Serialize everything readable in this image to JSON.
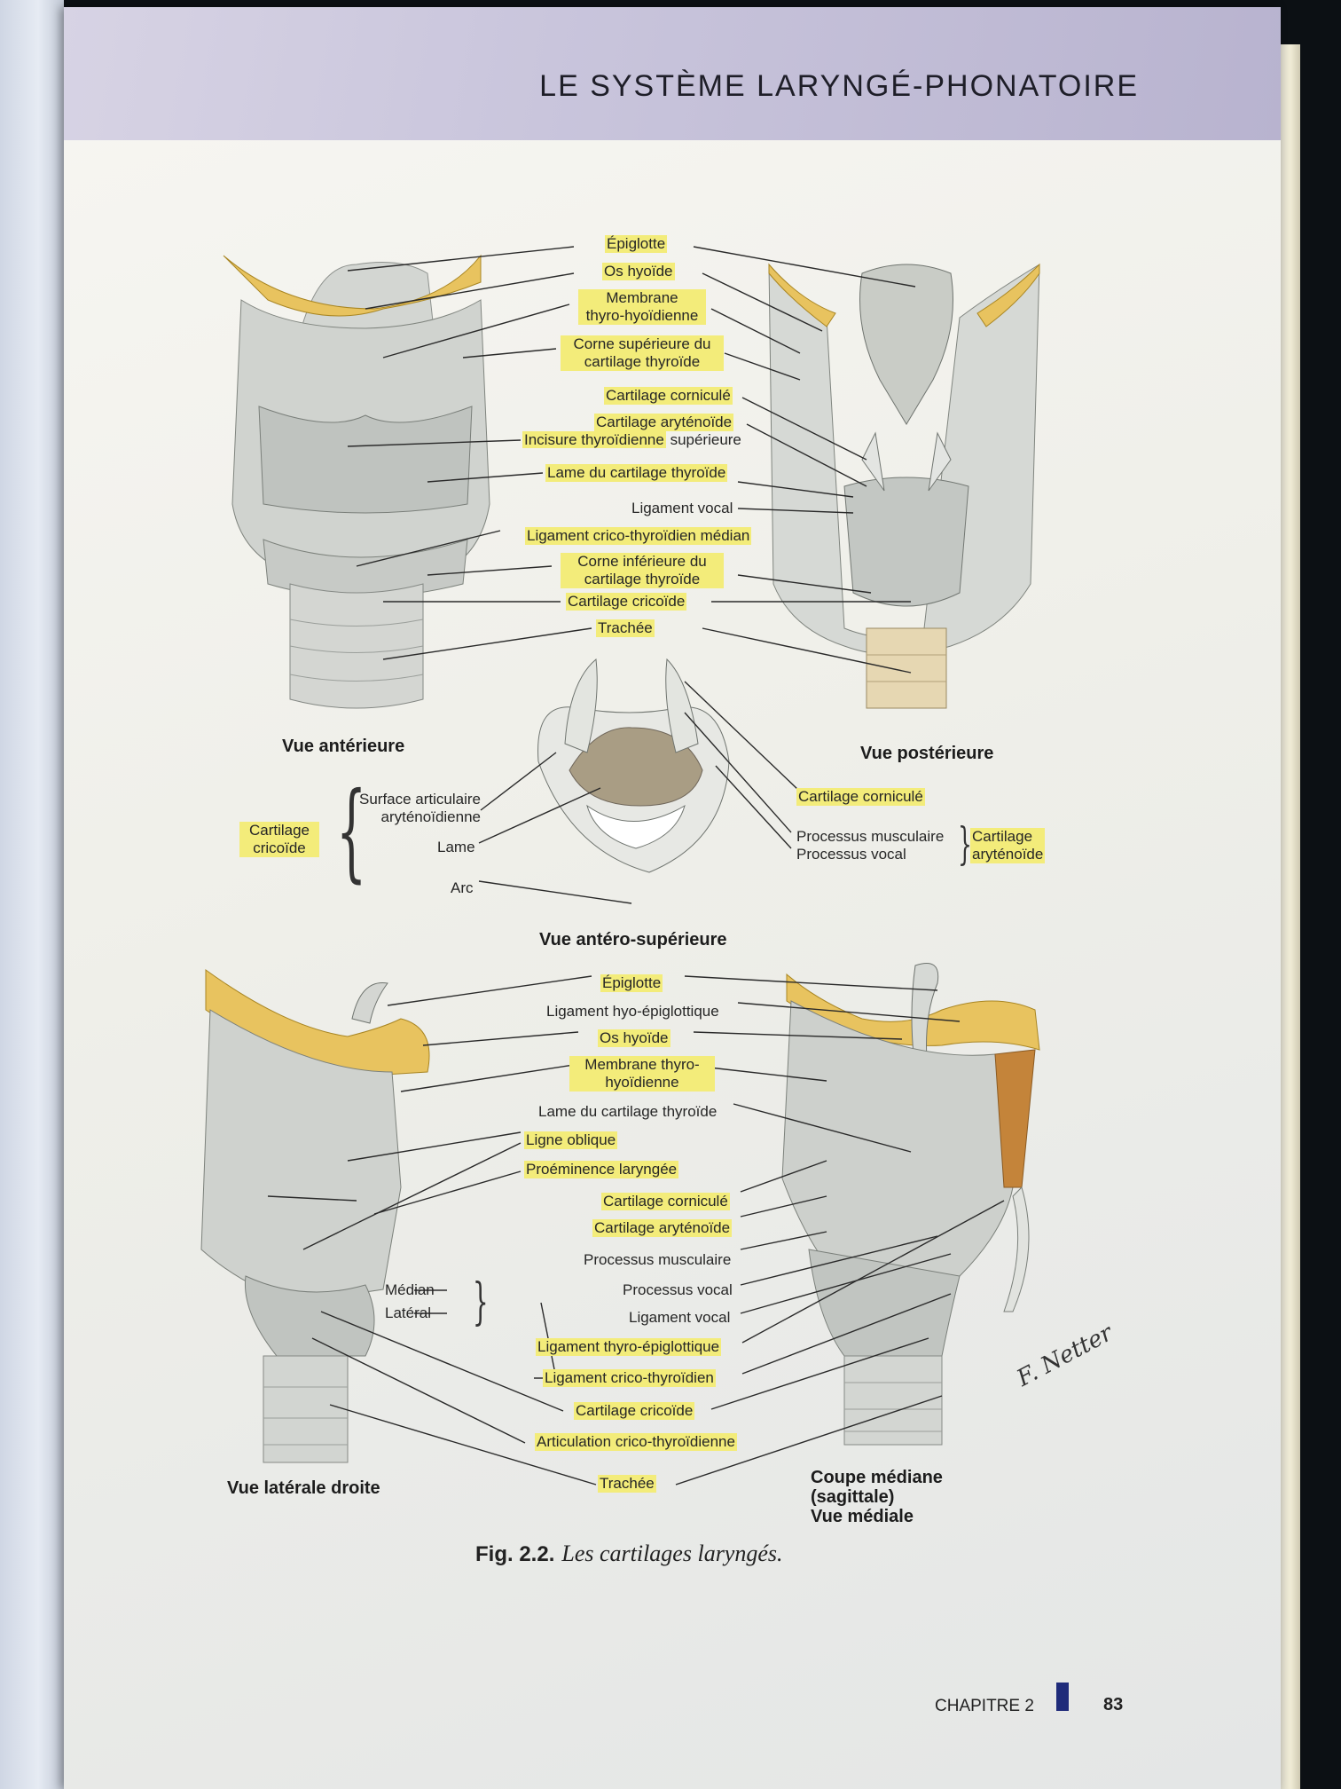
{
  "header": {
    "title": "LE SYSTÈME LARYNGÉ-PHONATOIRE"
  },
  "top_labels": {
    "epiglotte": "Épiglotte",
    "os_hyoide": "Os hyoïde",
    "membrane_1": "Membrane",
    "membrane_2": "thyro-hyoïdienne",
    "corne_sup_1": "Corne supérieure du",
    "corne_sup_2": "cartilage thyroïde",
    "cart_cornicule": "Cartilage corniculé",
    "cart_arytenoide": "Cartilage aryténoïde",
    "incisure": "Incisure thyroïdienne",
    "incisure_suffix": "supérieure",
    "lame_thyroide": "Lame du cartilage thyroïde",
    "ligament_vocal": "Ligament vocal",
    "lig_crico_median": "Ligament crico-thyroïdien médian",
    "corne_inf_1": "Corne inférieure du",
    "corne_inf_2": "cartilage thyroïde",
    "cart_cricoide": "Cartilage cricoïde",
    "trachee": "Trachée"
  },
  "views": {
    "anterior": "Vue antérieure",
    "posterior": "Vue postérieure",
    "antero_sup": "Vue antéro-supérieure",
    "lateral": "Vue latérale droite",
    "median_1": "Coupe médiane",
    "median_2": "(sagittale)",
    "median_3": "Vue médiale"
  },
  "middle_labels": {
    "cart_cricoide_1": "Cartilage",
    "cart_cricoide_2": "cricoïde",
    "surface_1": "Surface articulaire",
    "surface_2": "aryténoïdienne",
    "lame": "Lame",
    "arc": "Arc",
    "cart_cornicule": "Cartilage corniculé",
    "proc_musculaire": "Processus musculaire",
    "proc_vocal": "Processus vocal",
    "cart_aryt_1": "Cartilage",
    "cart_aryt_2": "aryténoïde"
  },
  "bottom_labels": {
    "epiglotte": "Épiglotte",
    "lig_hyo_epi": "Ligament hyo-épiglottique",
    "os_hyoide": "Os hyoïde",
    "membrane_1": "Membrane thyro-",
    "membrane_2": "hyoïdienne",
    "lame_thyroide": "Lame du cartilage thyroïde",
    "ligne_oblique": "Ligne oblique",
    "proeminence": "Proéminence laryngée",
    "cart_cornicule": "Cartilage corniculé",
    "cart_arytenoide": "Cartilage aryténoïde",
    "proc_musculaire": "Processus musculaire",
    "proc_vocal": "Processus vocal",
    "ligament_vocal": "Ligament vocal",
    "median": "Médian",
    "lateral": "Latéral",
    "lig_thyro_epi": "Ligament thyro-épiglottique",
    "lig_crico_thyro": "Ligament crico-thyroïdien",
    "cart_cricoide": "Cartilage cricoïde",
    "articulation": "Articulation crico-thyroïdienne",
    "trachee": "Trachée"
  },
  "caption": {
    "number": "Fig. 2.2.",
    "text": "Les cartilages laryngés."
  },
  "footer": {
    "chapter": "CHAPITRE 2",
    "page": "83"
  },
  "signature": "F. Netter",
  "colors": {
    "highlight": "#f3ec7a",
    "bone": "#e7c15e",
    "cartilage": "#c9ccc8",
    "chapter_mark": "#1f2b7a"
  }
}
